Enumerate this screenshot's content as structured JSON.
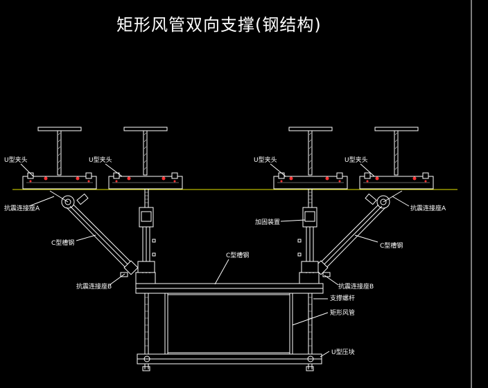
{
  "title": "矩形风管双向支撑(钢结构)",
  "labels": {
    "u_clamp_1": "U型夹头",
    "u_clamp_2": "U型夹头",
    "u_clamp_3": "U型夹头",
    "u_clamp_4": "U型夹头",
    "seismic_base_a_left": "抗震连接座A",
    "seismic_base_a_right": "抗震连接座A",
    "c_channel_left": "C型槽钢",
    "c_channel_right": "C型槽钢",
    "c_channel_mid": "C型槽钢",
    "reinforce_cap": "加固装置",
    "seismic_base_b_left": "抗震连接座B",
    "seismic_base_b_right": "抗震连接座B",
    "support_rod": "支撑螺杆",
    "rect_duct": "矩形风管",
    "u_clip": "U型压块"
  },
  "colors": {
    "background": "#000000",
    "line": "#ffffff",
    "reference_line": "#e6e600",
    "accent": "#ff3333"
  }
}
